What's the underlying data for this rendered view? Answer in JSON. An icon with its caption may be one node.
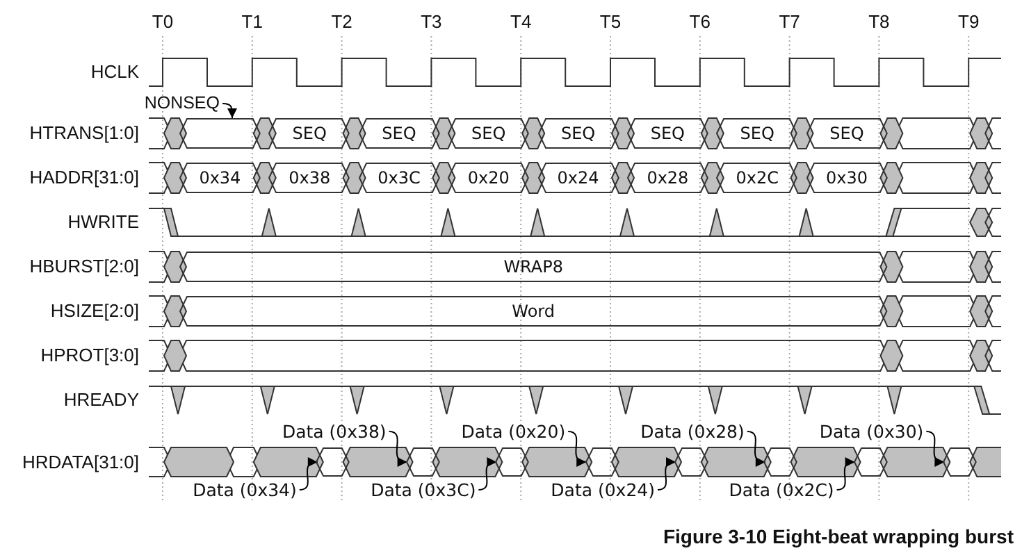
{
  "diagram": {
    "caption": "Figure 3-10 Eight-beat wrapping burst",
    "nodes": [
      {
        "text": [
          "NONSEQ"
        ]
      },
      {
        "text": [],
        "shape": "hexagon"
      },
      {
        "text": [
          "SEQ"
        ]
      },
      {
        "text": [
          "SEQ"
        ]
      },
      {
        "text": [
          "SEQ"
        ]
      },
      {
        "text": [
          "SEQ"
        ]
      },
      {
        "text": [
          "SEQ"
        ]
      },
      {
        "text": [
          "SEQ"
        ]
      },
      {
        "text": [
          "SEQ"
        ]
      },
      {
        "text": [
          "0x34"
        ]
      },
      {
        "text": [
          "0x38"
        ]
      },
      {
        "text": [
          "0x3C"
        ]
      },
      {
        "text": [
          "0x20"
        ]
      },
      {
        "text": [
          "0x24"
        ]
      },
      {
        "text": [
          "0x28"
        ]
      },
      {
        "text": [
          "0x2C"
        ]
      },
      {
        "text": [
          "0x30"
        ]
      },
      {
        "text": [
          "WRAP8"
        ]
      },
      {
        "text": [
          "Word"
        ]
      },
      {
        "text": [
          "Data (0x38)"
        ]
      },
      {
        "text": [
          "Data (0x20)"
        ]
      },
      {
        "text": [
          "Data (0x28)"
        ]
      },
      {
        "text": [
          "Data (0x30)"
        ]
      },
      {
        "text": [],
        "shape": "hexagon"
      },
      {
        "text": [],
        "shape": "hexagon"
      },
      {
        "text": [],
        "shape": "hexagon"
      },
      {
        "text": [],
        "shape": "hexagon"
      },
      {
        "text": [],
        "shape": "hexagon"
      },
      {
        "text": [],
        "shape": "hexagon"
      },
      {
        "text": [],
        "shape": "hexagon"
      },
      {
        "text": [],
        "shape": "hexagon"
      },
      {
        "text": [
          "Data (0x34)"
        ]
      },
      {
        "text": [
          "Data (0x3C)"
        ]
      },
      {
        "text": [
          "Data (0x24)"
        ]
      },
      {
        "text": [
          "Data (0x2C)"
        ]
      }
    ],
    "edges": [
      {
        "from": 0,
        "to": 1,
        "arrow": "to"
      },
      {
        "from": 31,
        "to": 23,
        "arrow": "to"
      },
      {
        "from": 19,
        "to": 24,
        "arrow": "to"
      },
      {
        "from": 32,
        "to": 25,
        "arrow": "to"
      },
      {
        "from": 20,
        "to": 26,
        "arrow": "to"
      },
      {
        "from": 33,
        "to": 27,
        "arrow": "to"
      },
      {
        "from": 21,
        "to": 28,
        "arrow": "to"
      },
      {
        "from": 34,
        "to": 29,
        "arrow": "to"
      },
      {
        "from": 22,
        "to": 30,
        "arrow": "to"
      }
    ],
    "labels": [
      "T0",
      "T1",
      "T2",
      "T3",
      "T4",
      "T5",
      "T6",
      "T7",
      "T8",
      "T9",
      "HCLK",
      "HTRANS[1:0]",
      "HADDR[31:0]",
      "HWRITE",
      "HBURST[2:0]",
      "HSIZE[2:0]",
      "HPROT[3:0]",
      "HREADY",
      "HRDATA[31:0]"
    ]
  }
}
